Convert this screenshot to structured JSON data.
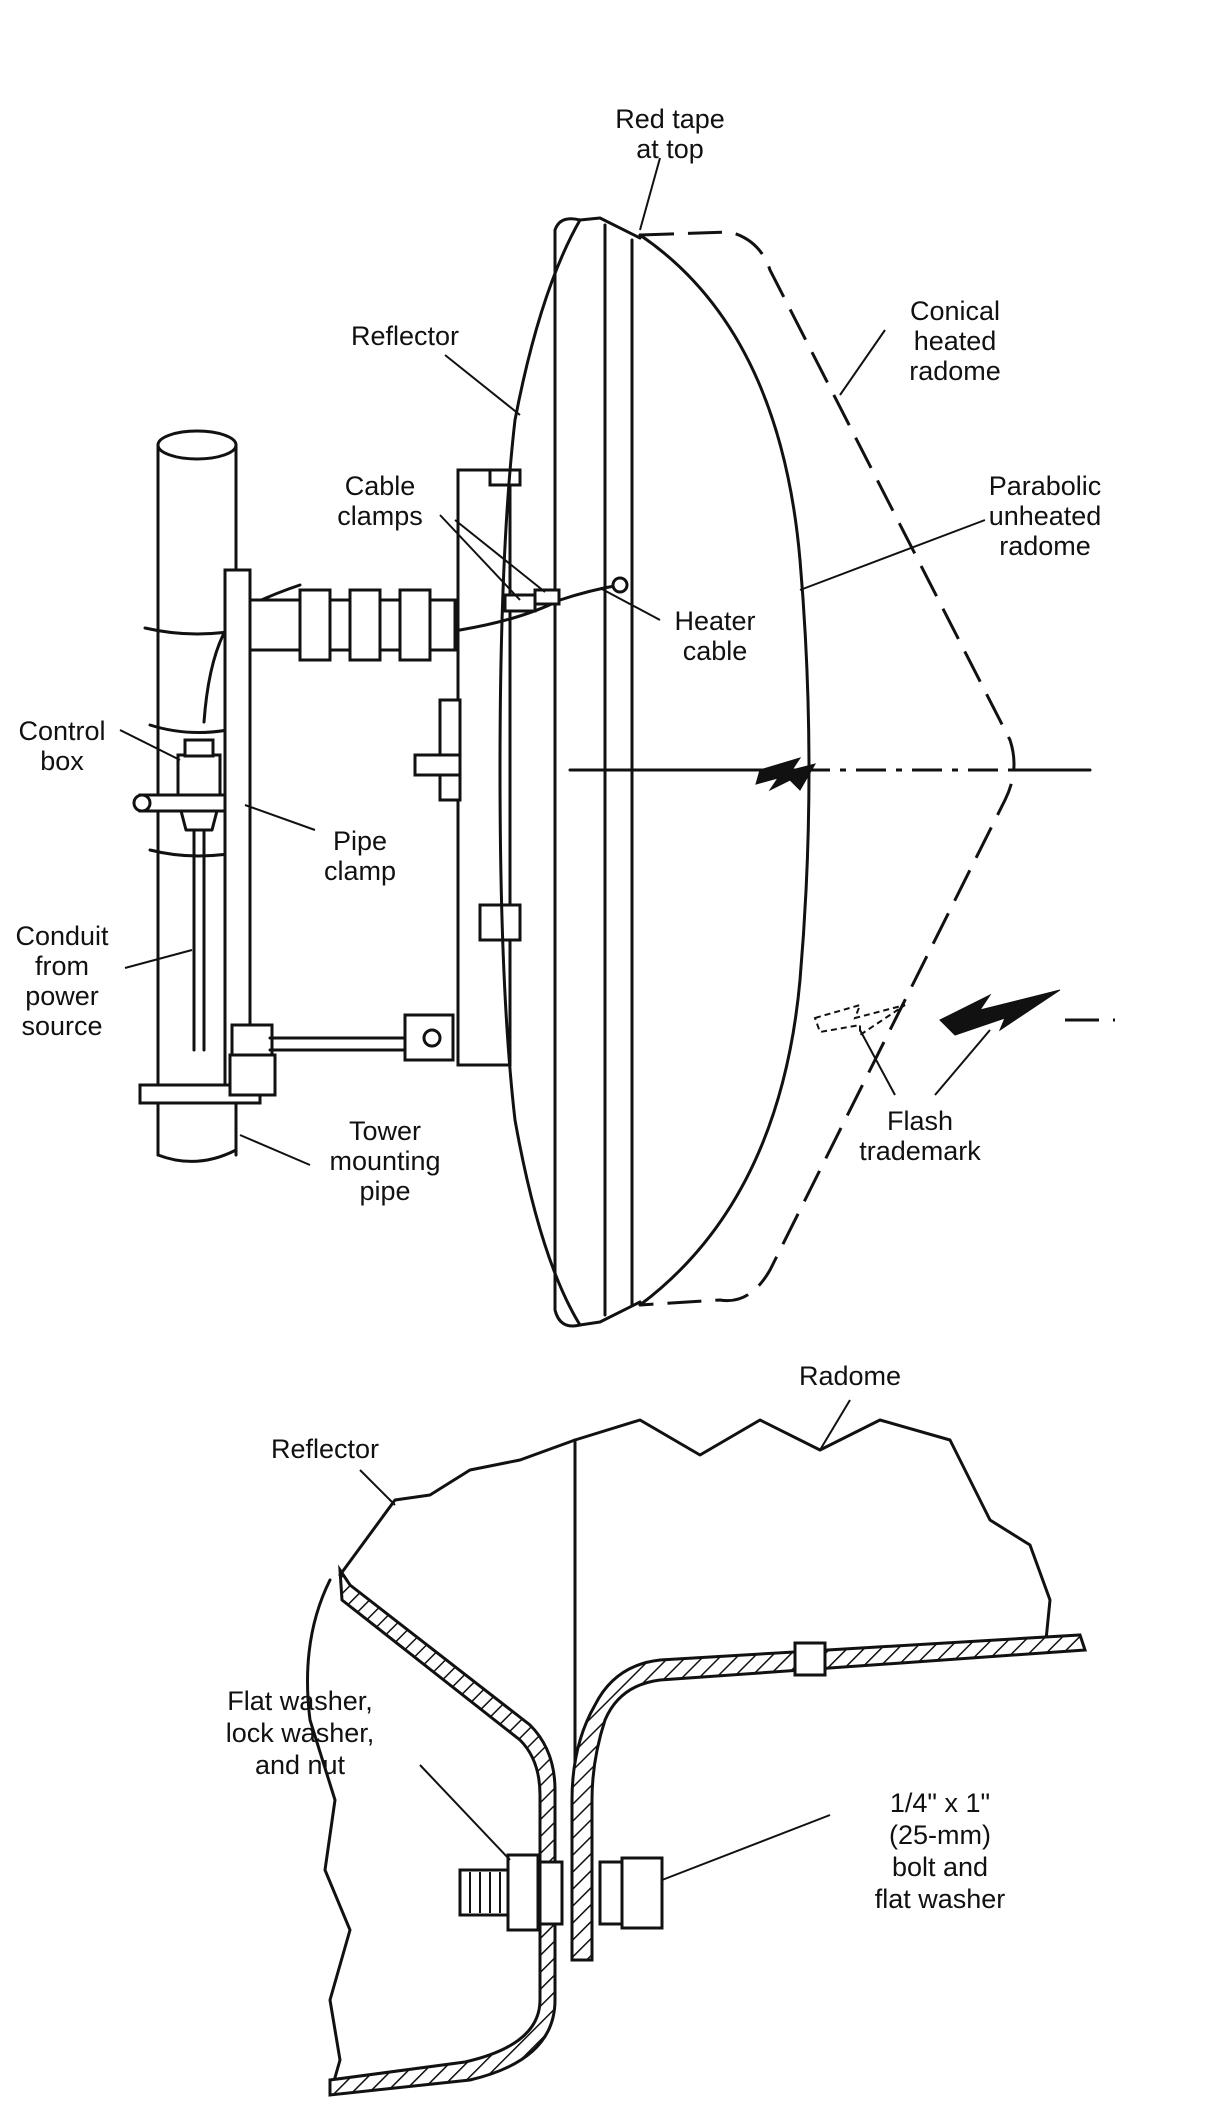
{
  "top_figure": {
    "labels": {
      "red_tape": [
        "Red tape",
        "at top"
      ],
      "reflector": [
        "Reflector"
      ],
      "conical_radome": [
        "Conical",
        "heated",
        "radome"
      ],
      "cable_clamps": [
        "Cable",
        "clamps"
      ],
      "parabolic_radome": [
        "Parabolic",
        "unheated",
        "radome"
      ],
      "heater_cable": [
        "Heater",
        "cable"
      ],
      "control_box": [
        "Control",
        "box"
      ],
      "pipe_clamp": [
        "Pipe",
        "clamp"
      ],
      "conduit": [
        "Conduit",
        "from",
        "power",
        "source"
      ],
      "tower_pipe": [
        "Tower",
        "mounting",
        "pipe"
      ],
      "flash_trademark": [
        "Flash",
        "trademark"
      ]
    }
  },
  "bottom_figure": {
    "labels": {
      "radome": [
        "Radome"
      ],
      "reflector": [
        "Reflector"
      ],
      "washer_nut": [
        "Flat washer,",
        "lock washer,",
        "and nut"
      ],
      "bolt": [
        "1/4\" x 1\"",
        "(25-mm)",
        "bolt and",
        "flat washer"
      ]
    }
  }
}
